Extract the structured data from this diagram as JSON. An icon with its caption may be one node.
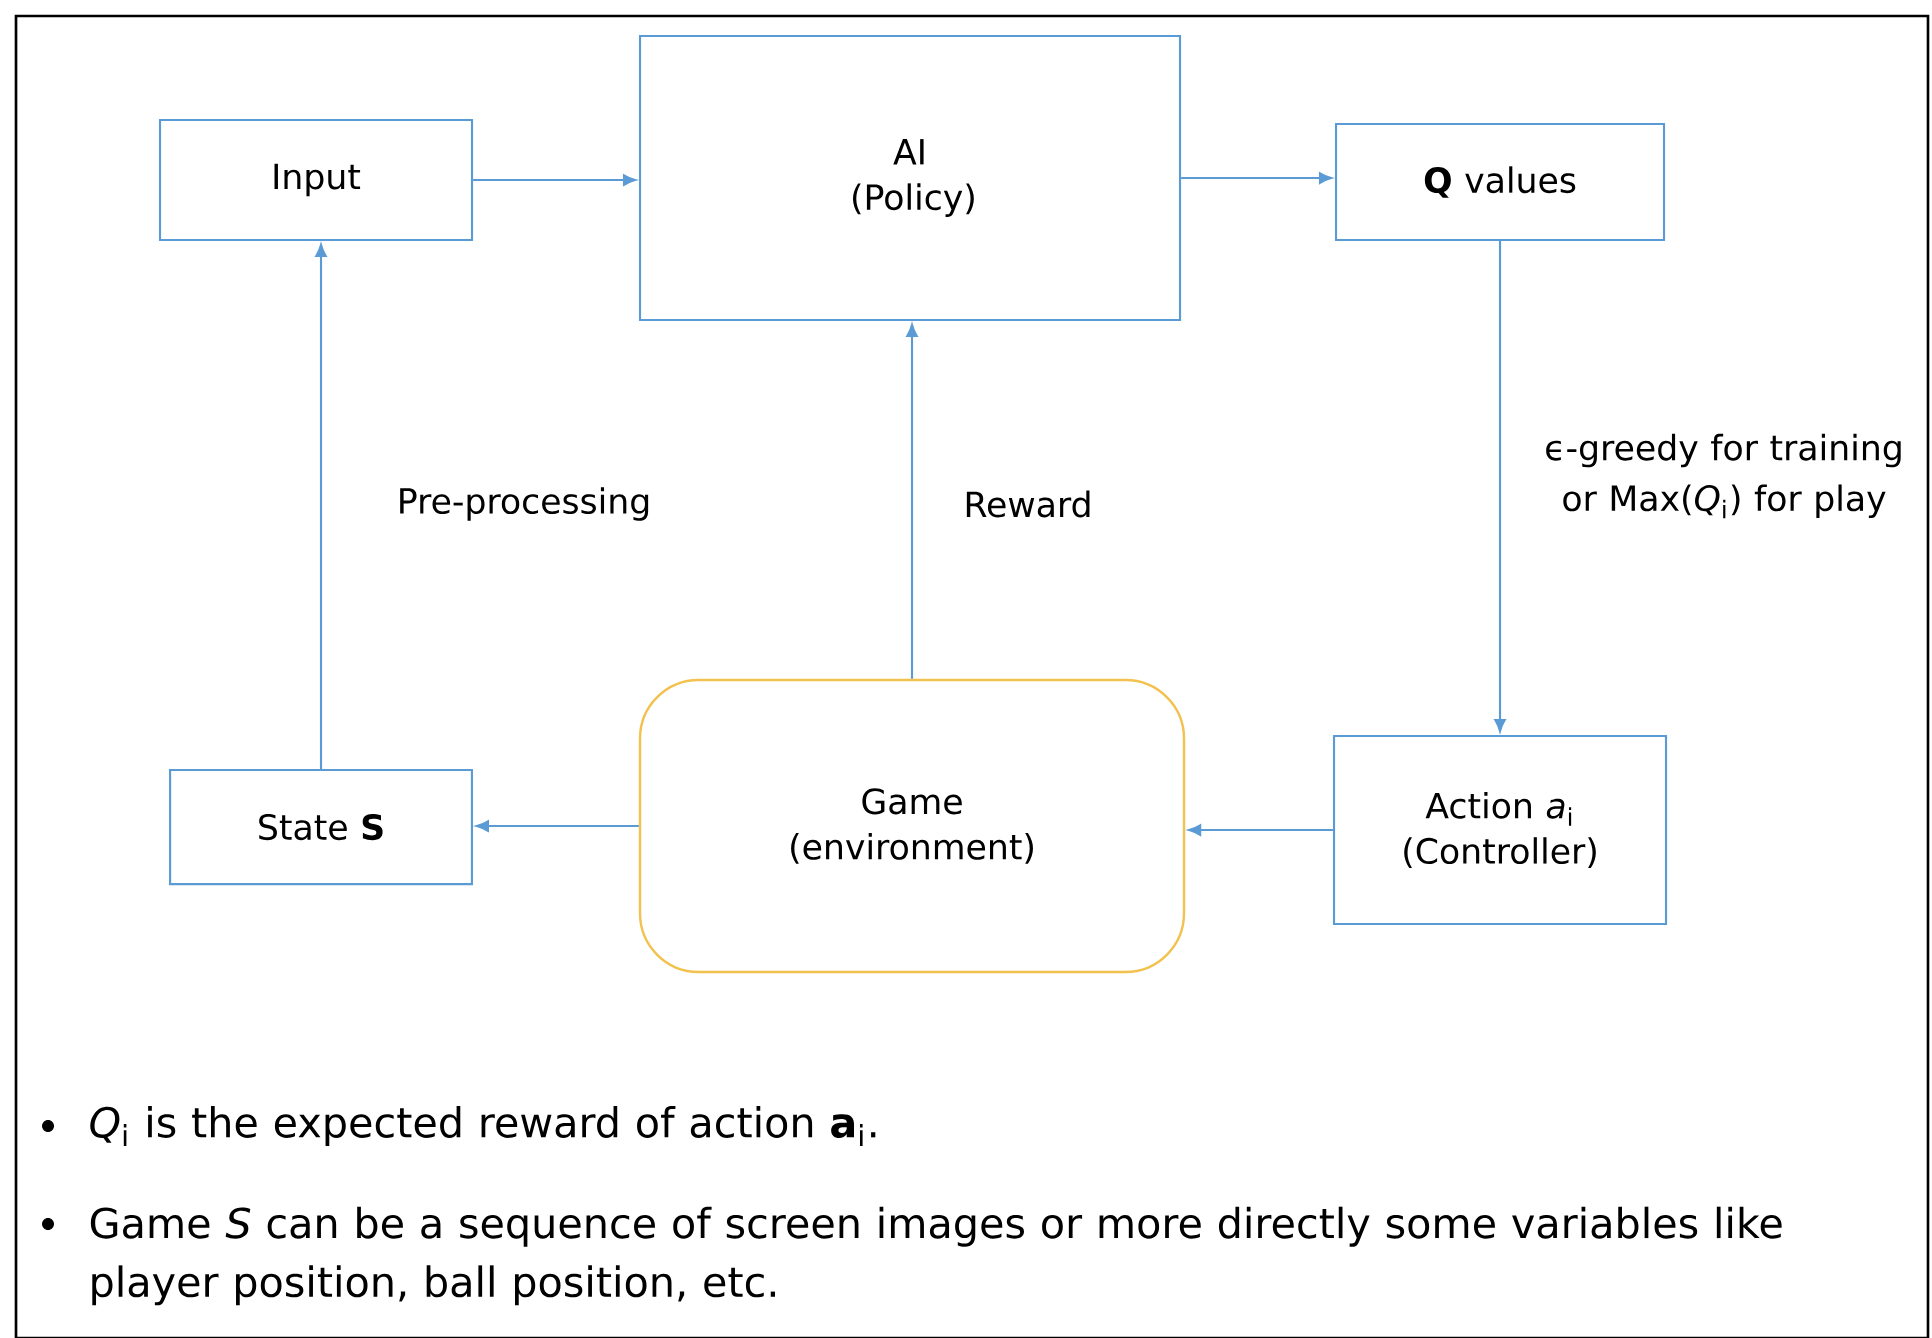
{
  "diagram": {
    "nodes": [
      {
        "text": [
          "Input"
        ]
      },
      {
        "text": [
          "AI (Policy)"
        ]
      },
      {
        "text": [
          "**Q** values"
        ]
      },
      {
        "text": [
          "Action *a*$_{i}$ (Controller)"
        ]
      },
      {
        "text": [
          "Game (environment)"
        ]
      },
      {
        "text": [
          "State **S**"
        ]
      }
    ],
    "edges": [
      {
        "from": 0,
        "to": 1,
        "arrow": "to"
      },
      {
        "from": 1,
        "to": 2,
        "arrow": "to"
      },
      {
        "from": 2,
        "to": 3,
        "arrow": "to",
        "label": "ϵ-greedy for training or Max(*Q*$_{i}$) for play"
      },
      {
        "from": 3,
        "to": 4,
        "arrow": "to"
      },
      {
        "from": 4,
        "to": 5,
        "arrow": "to"
      },
      {
        "from": 5,
        "to": 0,
        "arrow": "to",
        "label": "Pre-processing"
      },
      {
        "from": 4,
        "to": 1,
        "arrow": "to",
        "label": "Reward"
      }
    ],
    "labels": [
      "*Q*$_{i}$ is the expected reward of action **a**$_{i}$.",
      "Game *S* can be a sequence of screen images or more directly some variables like player position, ball position, etc."
    ]
  }
}
